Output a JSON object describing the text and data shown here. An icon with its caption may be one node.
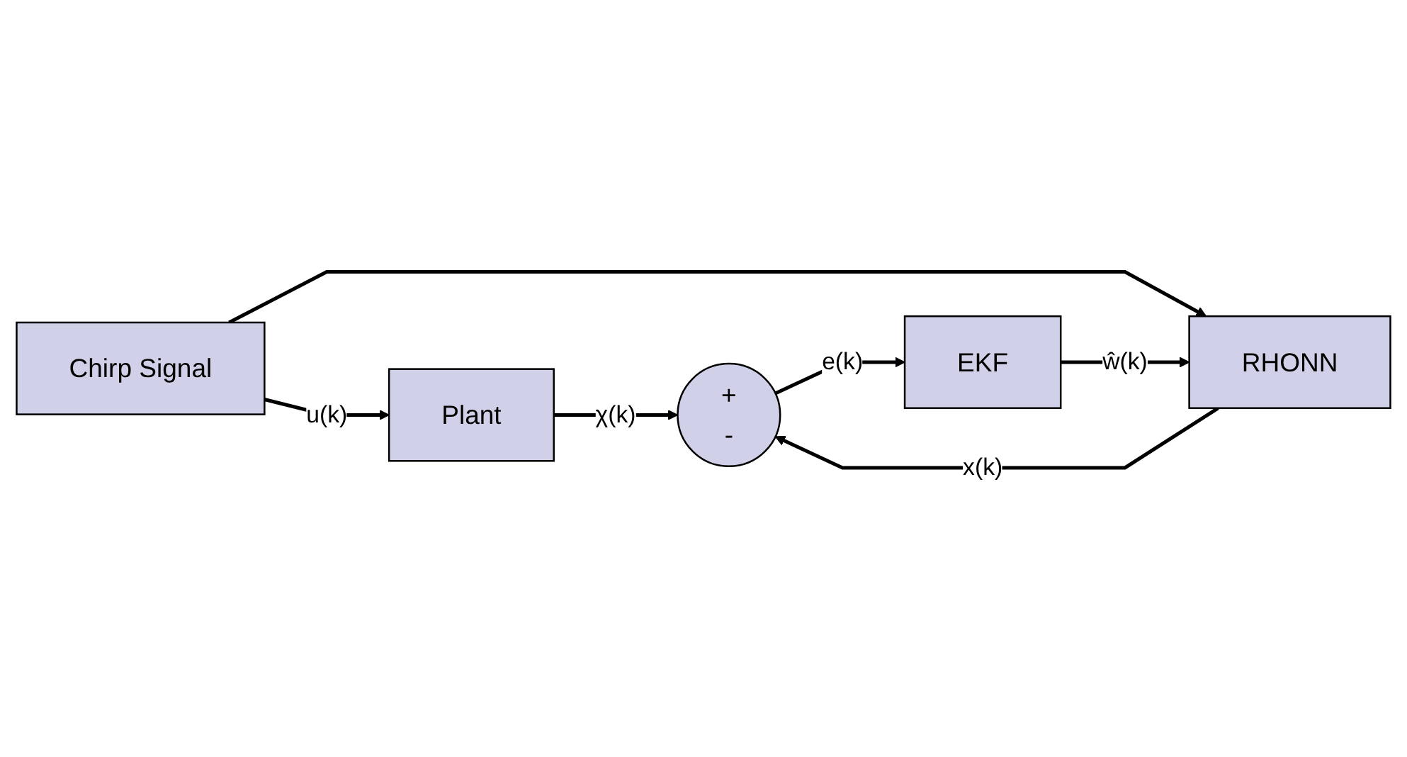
{
  "diagram": {
    "nodes": [
      {
        "text": [
          "Chirp Signal"
        ]
      },
      {
        "text": [
          "Plant"
        ]
      },
      {
        "text": [
          "RHONN"
        ]
      },
      {
        "text": [
          "+",
          "-"
        ]
      },
      {
        "text": [
          "EKF"
        ]
      }
    ],
    "edges": [
      {
        "from": 0,
        "to": 1,
        "arrow": "to",
        "label": "u(k)"
      },
      {
        "from": 0,
        "to": 2,
        "arrow": "to"
      },
      {
        "from": 1,
        "to": 3,
        "arrow": "to",
        "label": "χ(k)"
      },
      {
        "from": 2,
        "to": 3,
        "arrow": "to",
        "label": "x(k)"
      },
      {
        "from": 3,
        "to": 4,
        "arrow": "to",
        "label": "e(k)"
      },
      {
        "from": 4,
        "to": 2,
        "arrow": "to",
        "label": "ŵ(k)"
      }
    ]
  }
}
